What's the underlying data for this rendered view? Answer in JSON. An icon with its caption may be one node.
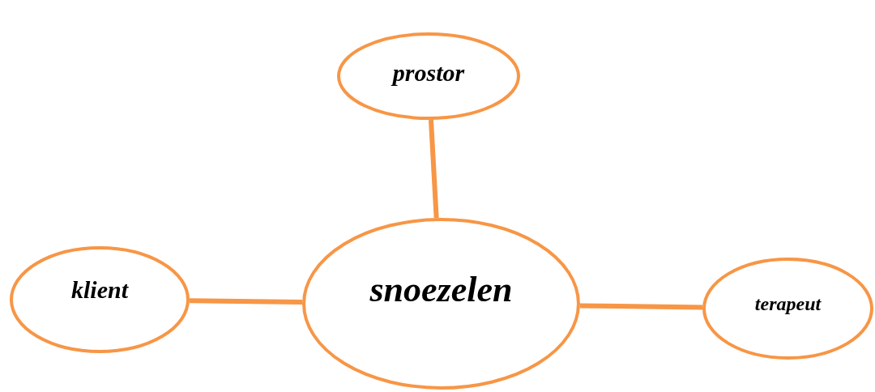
{
  "diagram": {
    "nodes": [
      {
        "text": [
          "prostor"
        ]
      },
      {
        "text": [
          "klient"
        ]
      },
      {
        "text": [
          "snoezelen"
        ]
      },
      {
        "text": [
          "terapeut"
        ]
      }
    ],
    "edges": [
      {
        "from": 0,
        "to": 2,
        "arrow": "none"
      },
      {
        "from": 1,
        "to": 2,
        "arrow": "none"
      },
      {
        "from": 2,
        "to": 3,
        "arrow": "none"
      }
    ]
  }
}
